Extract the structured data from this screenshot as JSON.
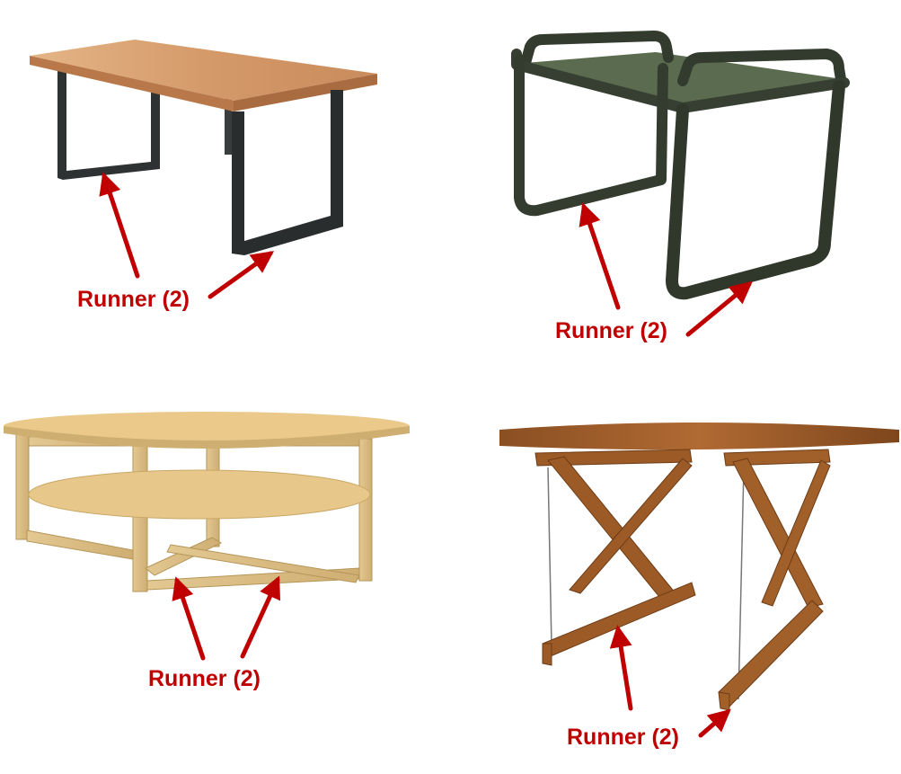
{
  "colors": {
    "label": "#c00000",
    "arrow": "#c00000",
    "metal_leg": "#2e3030",
    "oak_top": "#d9a273",
    "green_frame": "#343d30",
    "green_top": "#5a6a4e",
    "birch": "#d8bb83",
    "walnut": "#9a5a28"
  },
  "labels": [
    {
      "text": "Runner (2)"
    },
    {
      "text": "Runner (2)"
    },
    {
      "text": "Runner (2)"
    },
    {
      "text": "Runner (2)"
    }
  ],
  "illustrations": [
    {
      "name": "dining-table-icon"
    },
    {
      "name": "tubular-side-table-icon"
    },
    {
      "name": "oval-coffee-table-icon"
    },
    {
      "name": "x-leg-table-icon"
    }
  ]
}
